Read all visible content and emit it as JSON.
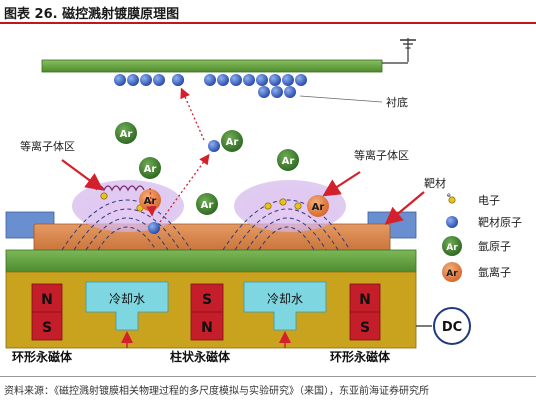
{
  "figure": {
    "title": "图表 26. 磁控溅射镀膜原理图",
    "source": "资料来源：《磁控溅射镀膜相关物理过程的多尺度模拟与实验研究》（来国），东亚前海证券研究所"
  },
  "labels": {
    "substrate": "衬底",
    "plasma_left": "等离子体区",
    "plasma_right": "等离子体区",
    "target": "靶材",
    "coolant_left": "冷却水",
    "coolant_right": "冷却水",
    "ring_magnet_left": "环形永磁体",
    "column_magnet": "柱状永磁体",
    "ring_magnet_right": "环形永磁体",
    "power_supply": "DC",
    "pole_n": "N",
    "pole_s": "S",
    "argon_symbol": "Ar",
    "electron_symbol": "e"
  },
  "legend": [
    {
      "key": "electron",
      "label": "电子"
    },
    {
      "key": "target_atom",
      "label": "靶材原子"
    },
    {
      "key": "argon_atom",
      "label": "氩原子"
    },
    {
      "key": "argon_ion",
      "label": "氩离子"
    }
  ],
  "colors": {
    "title_rule": "#c0171c",
    "substrate": "#5f9e3a",
    "target": "#d9834a",
    "argon_atom": "#3d7a2e",
    "argon_ion": "#e0783a",
    "target_atom": "#2f5ec4",
    "magnet_red": "#c41e2a",
    "coolant": "#7ed6e0",
    "yoke": "#c9a21e",
    "arrow": "#d4202c"
  }
}
